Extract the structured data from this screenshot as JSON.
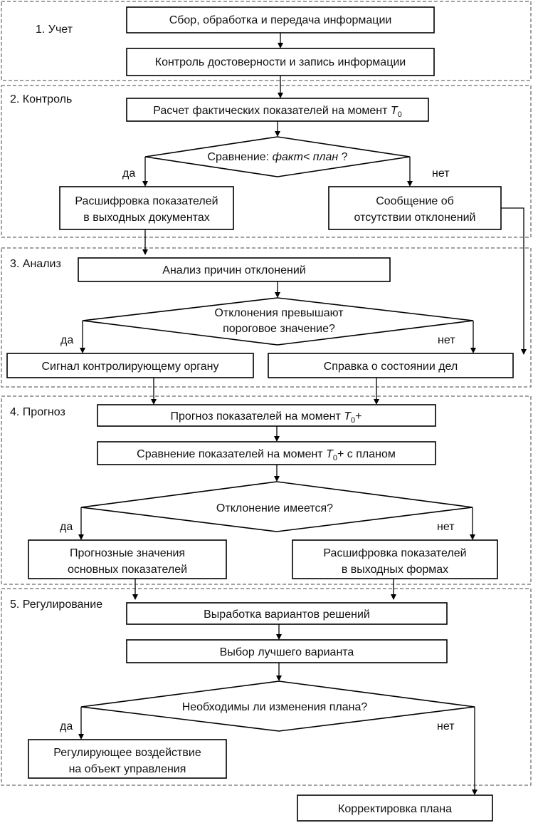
{
  "sections": {
    "s1": "1. Учет",
    "s2": "2. Контроль",
    "s3": "3. Анализ",
    "s4": "4. Прогноз",
    "s5": "5. Регулирование"
  },
  "nodes": {
    "collect": "Сбор, обработка и передача информации",
    "verify": "Контроль достоверности и запись информации",
    "calc_pre": "Расчет фактических показателей на момент ",
    "calc_var": "T",
    "calc_sub": "0",
    "cmp_pre": "Сравнение: ",
    "cmp_var": "факт< план",
    "cmp_post": " ?",
    "decode_1": "Расшифровка показателей",
    "decode_2": "в выходных документах",
    "msg_1": "Сообщение об",
    "msg_2": "отсутствии отклонений",
    "analysis": "Анализ причин отклонений",
    "exceed_1": "Отклонения превышают",
    "exceed_2": "пороговое значение?",
    "signal": "Сигнал контролирующему органу",
    "report": "Справка о состоянии дел",
    "forecast_pre": "Прогноз показателей на момент ",
    "forecast_var": "T",
    "forecast_sub": "0",
    "forecast_post": "+",
    "compare_pre": "Сравнение показателей на момент ",
    "compare_var": "T",
    "compare_sub": "0",
    "compare_post": "+ с планом",
    "deviation": "Отклонение имеется?",
    "fvals_1": "Прогнозные значения",
    "fvals_2": "основных показателей",
    "decode2_1": "Расшифровка показателей",
    "decode2_2": "в выходных формах",
    "options": "Выработка вариантов решений",
    "best": "Выбор лучшего варианта",
    "need_change": "Необходимы ли изменения плана?",
    "regulate_1": "Регулирующее воздействие",
    "regulate_2": "на объект управления",
    "correction": "Корректировка плана"
  },
  "labels": {
    "yes": "да",
    "no": "нет"
  }
}
